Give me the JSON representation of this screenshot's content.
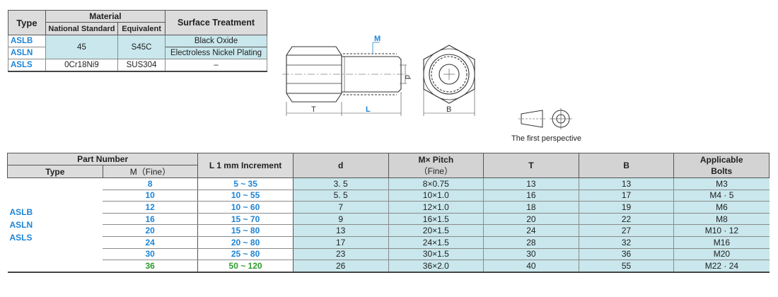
{
  "material_table": {
    "headers": {
      "type": "Type",
      "material": "Material",
      "national_standard": "National Standard",
      "equivalent": "Equivalent",
      "surface_treatment": "Surface Treatment"
    },
    "types": [
      "ASLB",
      "ASLN",
      "ASLS"
    ],
    "rows": [
      {
        "national": "45",
        "equivalent": "S45C",
        "surface": [
          "Black Oxide",
          "Electroless Nickel Plating"
        ]
      },
      {
        "national": "0Cr18Ni9",
        "equivalent": "SUS304",
        "surface": [
          "–"
        ]
      }
    ]
  },
  "drawing": {
    "labels": {
      "m": "M",
      "d": "d",
      "t": "T",
      "l": "L",
      "b": "B"
    },
    "accent": "#1b84d6"
  },
  "perspective_label": "The first perspective",
  "spec_table": {
    "headers": {
      "part_number": "Part Number",
      "type": "Type",
      "m_fine": "M（Fine）",
      "l_increment": "L 1 mm Increment",
      "d": "d",
      "m_pitch": "M× Pitch",
      "fine": "（Fine）",
      "t": "T",
      "b": "B",
      "applicable": "Applicable",
      "bolts": "Bolts"
    },
    "types": [
      "ASLB",
      "ASLN",
      "ASLS"
    ],
    "rows": [
      {
        "m": "8",
        "l": "5 ~ 35",
        "d": "3. 5",
        "pitch": "8×0.75",
        "t": "13",
        "b": "13",
        "bolts": "M3"
      },
      {
        "m": "10",
        "l": "10 ~ 55",
        "d": "5. 5",
        "pitch": "10×1.0",
        "t": "16",
        "b": "17",
        "bolts": "M4 · 5"
      },
      {
        "m": "12",
        "l": "10 ~ 60",
        "d": "7",
        "pitch": "12×1.0",
        "t": "18",
        "b": "19",
        "bolts": "M6"
      },
      {
        "m": "16",
        "l": "15 ~ 70",
        "d": "9",
        "pitch": "16×1.5",
        "t": "20",
        "b": "22",
        "bolts": "M8"
      },
      {
        "m": "20",
        "l": "15 ~ 80",
        "d": "13",
        "pitch": "20×1.5",
        "t": "24",
        "b": "27",
        "bolts": "M10 · 12"
      },
      {
        "m": "24",
        "l": "20 ~ 80",
        "d": "17",
        "pitch": "24×1.5",
        "t": "28",
        "b": "32",
        "bolts": "M16"
      },
      {
        "m": "30",
        "l": "25 ~ 80",
        "d": "23",
        "pitch": "30×1.5",
        "t": "30",
        "b": "36",
        "bolts": "M20"
      },
      {
        "m": "36",
        "l": "50 ~ 120",
        "d": "26",
        "pitch": "36×2.0",
        "t": "40",
        "b": "55",
        "bolts": "M22 · 24"
      }
    ]
  }
}
